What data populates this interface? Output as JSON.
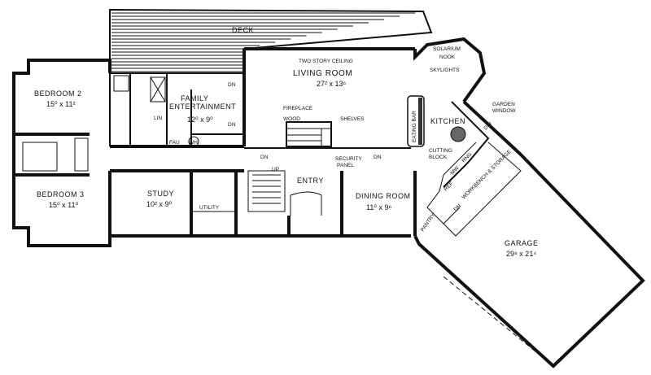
{
  "plan": {
    "deck": "DECK",
    "solarium": "SOLARIUM",
    "nook": "NOOK",
    "skylights": "SKYLIGHTS",
    "two_story": "TWO STORY CEILING",
    "living": {
      "name": "LIVING ROOM",
      "size": "27² x 13⁶"
    },
    "bedroom2": {
      "name": "BEDROOM 2",
      "size": "15⁰ x 11²"
    },
    "bedroom3": {
      "name": "BEDROOM 3",
      "size": "15⁰ x 11⁰"
    },
    "family": {
      "name1": "FAMILY",
      "name2": "ENTERTAINMENT",
      "size": "12⁰ x 9⁰"
    },
    "study": {
      "name": "STUDY",
      "size": "10² x 9⁰"
    },
    "utility": "UTILITY",
    "entry": "ENTRY",
    "dining": {
      "name": "DINING ROOM",
      "size": "11⁰ x 9⁶"
    },
    "kitchen": "KITCHEN",
    "garage": {
      "name": "GARAGE",
      "size": "29⁸ x 21⁴"
    },
    "lin": "LIN",
    "fau": "FAU",
    "wh": "WH",
    "dn": "DN",
    "up": "UP",
    "fireplace": "FIREPLACE",
    "wood": "WOOD",
    "shelves": "SHELVES",
    "eating_bar": "EATING BAR",
    "cutting1": "CUTTING",
    "cutting2": "BLOCK",
    "garden1": "GARDEN",
    "garden2": "WINDOW",
    "security1": "SECURITY",
    "security2": "PANEL",
    "pantry": "PANTRY",
    "workbench": "WORKBENCH & STORAGE",
    "dw": "DW",
    "mw": "MW",
    "ref": "REF",
    "rng": "RNG"
  }
}
